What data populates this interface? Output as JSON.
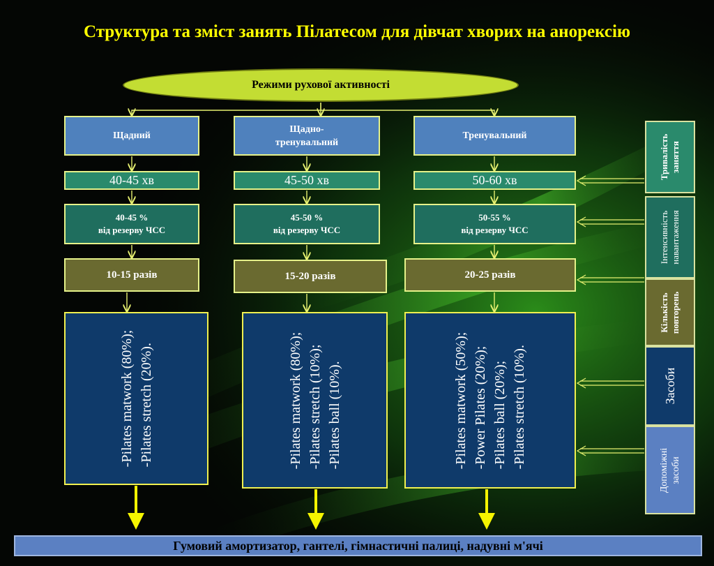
{
  "title": "Структура та зміст занять Пілатесом для дівчат хворих на анорексію",
  "header": "Режими рухової активності",
  "columns": [
    {
      "mode": "Щадний",
      "duration": "40-45 хв",
      "intensity": [
        "40-45 %",
        "від резерву ЧСС"
      ],
      "repetitions": "10-15 разів",
      "means": [
        "-Pilates  matwork (80%);",
        "-Pilates stretch (20%)."
      ]
    },
    {
      "mode": [
        "Щадно-",
        "тренувальний"
      ],
      "duration": "45-50 хв",
      "intensity": [
        "45-50 %",
        "від резерву ЧСС"
      ],
      "repetitions": "15-20 разів",
      "means": [
        "-Pilates  matwork (80%);",
        "-Pilates stretch (10%);",
        "-Pilates ball (10%)."
      ]
    },
    {
      "mode": "Тренувальний",
      "duration": "50-60 хв",
      "intensity": [
        "50-55 %",
        "від резерву ЧСС"
      ],
      "repetitions": "20-25 разів",
      "means": [
        "-Pilates  matwork (50%);",
        "-Power  Pilates  (20%);",
        "-Pilates ball (20%);",
        "-Pilates stretch (10%)."
      ]
    }
  ],
  "side_labels": {
    "duration": [
      "Тривалість",
      "заняття"
    ],
    "intensity": [
      "Інтенсивність",
      "навантаження"
    ],
    "repetitions": [
      "Кількість",
      "повторень"
    ],
    "means": "Засоби",
    "aux_means": [
      "Допоміжні",
      "засоби"
    ]
  },
  "bottom": "Гумовий амортизатор, гантелі, гімнастичні палиці, надувні м'ячі",
  "colors": {
    "title": "#ffff00",
    "ellipse": "#c3dd33",
    "mode_box": "#4f81bd",
    "duration_box": "#2a8a6c",
    "intensity_box": "#1f6e5e",
    "repetitions_box": "#6a6a30",
    "means_box": "#0f3a6a",
    "bottom_bar": "#5b80c2",
    "arrow": "#e6f070",
    "thick_arrow": "#f5f500"
  }
}
